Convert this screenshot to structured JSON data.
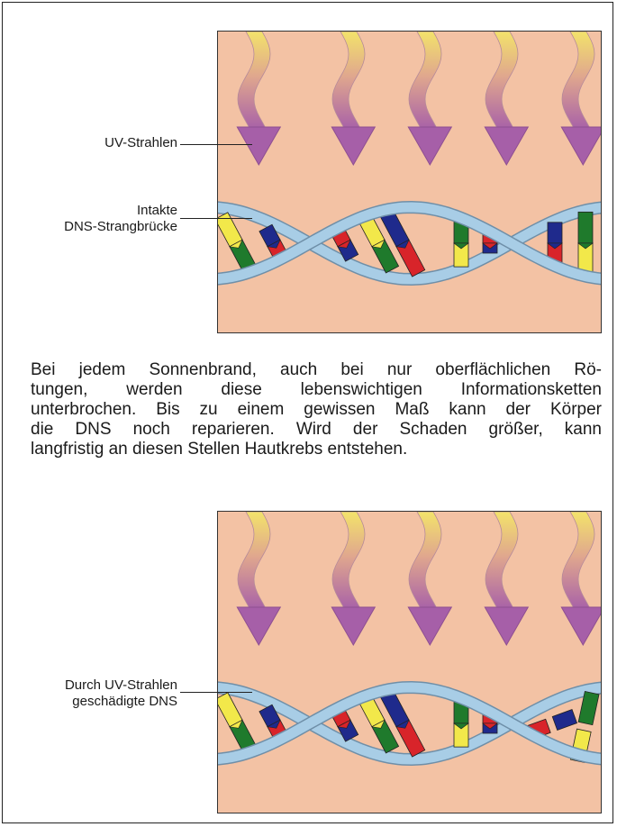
{
  "top_diagram": {
    "label_uv": "UV-Strahlen",
    "label_dna_line1": "Intakte",
    "label_dna_line2": "DNS-Strangbrücke"
  },
  "body_text": {
    "lines": [
      "Bei jedem Sonnenbrand, auch bei nur oberflächlichen Rö-",
      "tungen, werden diese lebenswichtigen Informationsketten",
      "unterbrochen. Bis zu einem gewissen Maß kann der Körper",
      "die DNS noch reparieren. Wird der Schaden größer, kann",
      "langfristig an diesen Stellen Hautkrebs entstehen."
    ]
  },
  "bottom_diagram": {
    "label_dna_line1": "Durch UV-Strahlen",
    "label_dna_line2": "geschädigte DNS"
  },
  "colors": {
    "skin_background": "#f3c2a4",
    "strand": "#a8cde6",
    "ray_top": "#f3e36a",
    "ray_bottom": "#a65fa8",
    "base_yellow": "#f2e84a",
    "base_blue": "#1f2a8c",
    "base_green": "#1f7a2c",
    "base_red": "#d8242a"
  }
}
